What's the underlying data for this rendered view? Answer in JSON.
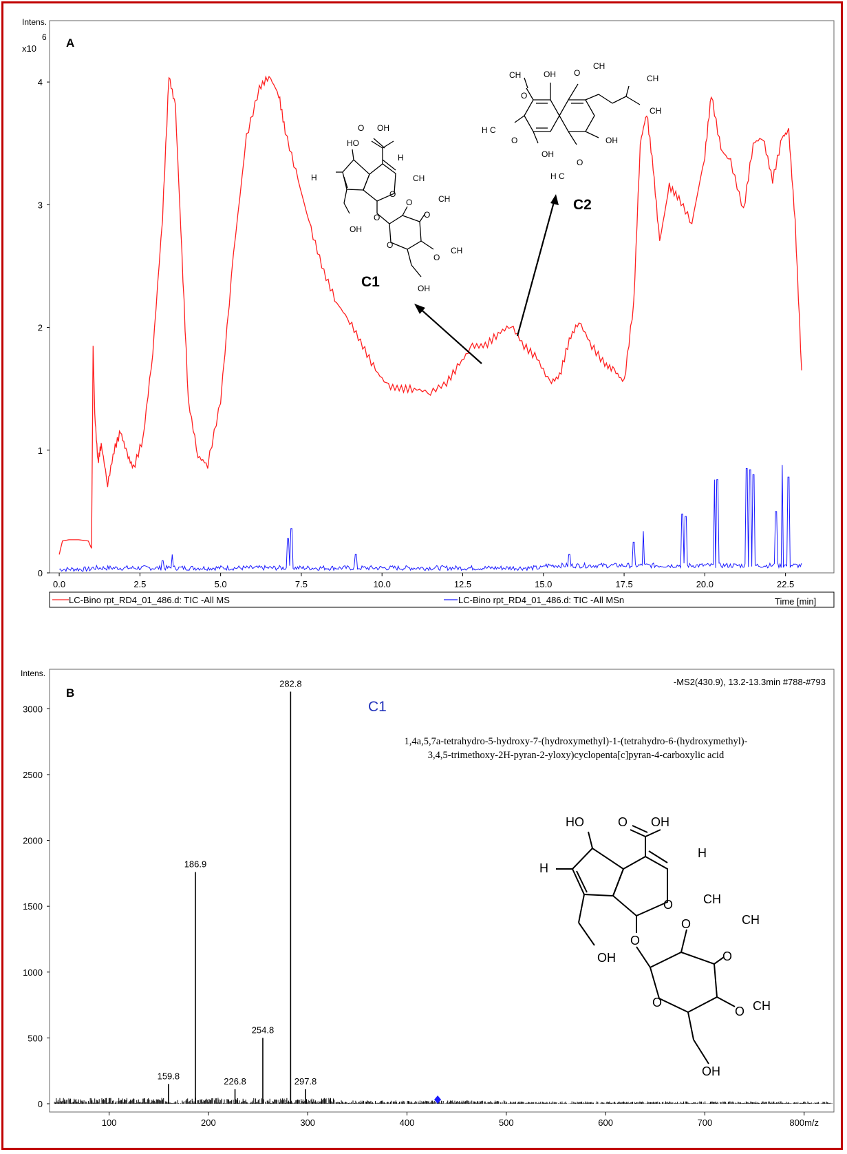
{
  "panelA": {
    "label": "A",
    "ylabel": "Intens.",
    "yscale": "x10",
    "yexp": "6",
    "xlabel": "Time [min]",
    "compound1": "C1",
    "compound2": "C2"
  },
  "panelB": {
    "label": "B",
    "ylabel": "Intens.",
    "header": "-MS2(430.9),  13.2-13.3min  #788-#793",
    "compound_label": "C1",
    "iupac_line1": "1,4a,5,7a-tetrahydro-5-hydroxy-7-(hydroxymethyl)-1-(tetrahydro-6-(hydroxymethyl)-",
    "iupac_line2": "3,4,5-trimethoxy-2H-pyran-2-yloxy)cyclopenta[c]pyran-4-carboxylic acid",
    "xlabel_suffix": "m/z"
  },
  "colors": {
    "tic_ms": "#ff2020",
    "tic_msn": "#1a1aff",
    "frame": "#c00000",
    "precursor": "#1a1aff"
  },
  "chart_data": [
    {
      "type": "line",
      "title": "",
      "ylabel": "Intens. x10^6",
      "xlabel": "Time [min]",
      "xlim": [
        -0.3,
        24.0
      ],
      "ylim": [
        0,
        4.5
      ],
      "xticks": [
        "0.0",
        "2.5",
        "5.0",
        "7.5",
        "10.0",
        "12.5",
        "15.0",
        "17.5",
        "20.0",
        "22.5"
      ],
      "yticks": [
        "0",
        "1",
        "2",
        "3",
        "4"
      ],
      "series": [
        {
          "name": "LC-Bino rpt_RD4_01_486.d: TIC -All MS",
          "x": [
            0,
            0.1,
            0.3,
            0.6,
            0.9,
            1.0,
            1.05,
            1.1,
            1.2,
            1.3,
            1.5,
            1.7,
            1.9,
            2.1,
            2.3,
            2.6,
            2.9,
            3.2,
            3.4,
            3.6,
            3.8,
            4.0,
            4.3,
            4.6,
            5.0,
            5.4,
            5.8,
            6.2,
            6.5,
            6.8,
            7.0,
            7.4,
            7.8,
            8.2,
            8.6,
            9.0,
            9.4,
            9.8,
            10.2,
            10.6,
            11.0,
            11.5,
            12.0,
            12.4,
            12.8,
            13.2,
            13.6,
            14.0,
            14.4,
            14.8,
            15.2,
            15.5,
            15.8,
            16.1,
            16.5,
            16.9,
            17.2,
            17.5,
            17.8,
            18.0,
            18.2,
            18.4,
            18.6,
            18.9,
            19.2,
            19.6,
            20.0,
            20.2,
            20.5,
            20.8,
            21.2,
            21.5,
            21.8,
            22.1,
            22.4,
            22.6,
            22.8,
            23.0
          ],
          "y": [
            0.15,
            0.26,
            0.27,
            0.27,
            0.26,
            0.2,
            1.85,
            1.3,
            0.9,
            1.05,
            0.72,
            1.0,
            1.15,
            0.97,
            0.85,
            1.1,
            1.8,
            2.9,
            4.05,
            3.8,
            2.6,
            1.4,
            0.95,
            0.88,
            1.4,
            2.6,
            3.55,
            3.95,
            4.05,
            3.9,
            3.6,
            3.2,
            2.8,
            2.45,
            2.2,
            2.05,
            1.85,
            1.65,
            1.52,
            1.5,
            1.5,
            1.47,
            1.55,
            1.7,
            1.85,
            1.85,
            1.95,
            2.02,
            1.85,
            1.75,
            1.55,
            1.6,
            1.9,
            2.05,
            1.85,
            1.7,
            1.65,
            1.55,
            2.2,
            3.5,
            3.75,
            3.3,
            2.7,
            3.15,
            3.05,
            2.85,
            3.4,
            3.9,
            3.45,
            3.35,
            2.95,
            3.5,
            3.55,
            3.2,
            3.55,
            3.6,
            2.85,
            1.65
          ]
        },
        {
          "name": "LC-Bino rpt_RD4_01_486.d: TIC -All MSn",
          "x": [
            0,
            1.0,
            3.2,
            3.5,
            7.1,
            7.2,
            9.2,
            15.8,
            17.8,
            18.1,
            19.3,
            19.4,
            20.3,
            20.4,
            21.3,
            21.4,
            21.5,
            22.2,
            22.4,
            22.6,
            23.0
          ],
          "y": [
            0.01,
            0.02,
            0.1,
            0.15,
            0.28,
            0.36,
            0.15,
            0.15,
            0.25,
            0.34,
            0.48,
            0.46,
            0.76,
            0.76,
            0.85,
            0.84,
            0.8,
            0.5,
            0.88,
            0.78,
            0.05
          ]
        }
      ],
      "annotations": [
        "C1",
        "C2"
      ]
    },
    {
      "type": "bar",
      "title": "-MS2(430.9), 13.2-13.3min #788-#793",
      "xlabel": "m/z",
      "ylabel": "Intens.",
      "xlim": [
        40,
        830
      ],
      "ylim": [
        0,
        3300
      ],
      "xticks": [
        "100",
        "200",
        "300",
        "400",
        "500",
        "600",
        "700",
        "800m/z"
      ],
      "yticks": [
        "0",
        "500",
        "1000",
        "1500",
        "2000",
        "2500",
        "3000"
      ],
      "peaks": [
        {
          "mz": 159.8,
          "intensity": 150,
          "label": "159.8"
        },
        {
          "mz": 186.9,
          "intensity": 1760,
          "label": "186.9"
        },
        {
          "mz": 226.8,
          "intensity": 110,
          "label": "226.8"
        },
        {
          "mz": 254.8,
          "intensity": 500,
          "label": "254.8"
        },
        {
          "mz": 282.8,
          "intensity": 3130,
          "label": "282.8"
        },
        {
          "mz": 297.8,
          "intensity": 110,
          "label": "297.8"
        }
      ],
      "precursor_mz": 430.9
    }
  ]
}
